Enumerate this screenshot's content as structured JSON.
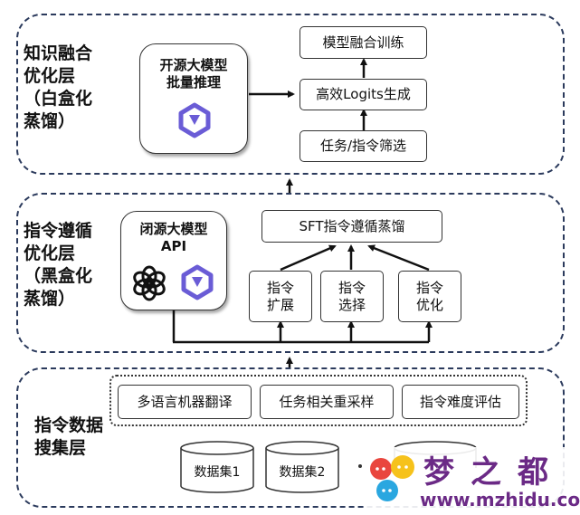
{
  "layers": {
    "top": {
      "title": "知识融合\n优化层\n（白盒化\n蒸馏）",
      "open_model": {
        "label": "开源大模型\n批量推理",
        "icon": "qwen-logo-icon"
      },
      "boxes": [
        "模型融合训练",
        "高效Logits生成",
        "任务/指令筛选"
      ]
    },
    "middle": {
      "title": "指令遵循\n优化层\n（黑盒化\n蒸馏）",
      "closed_model": {
        "label": "闭源大模型\nAPI",
        "icons": [
          "openai-logo-icon",
          "qwen-logo-icon"
        ]
      },
      "sft_box": "SFT指令遵循蒸馏",
      "sub_boxes": [
        "指令\n扩展",
        "指令\n选择",
        "指令\n优化"
      ]
    },
    "bottom": {
      "title": "指令数据\n搜集层",
      "tasks": [
        "多语言机器翻译",
        "任务相关重采样",
        "指令难度评估"
      ],
      "datasets": [
        "数据集1",
        "数据集2"
      ]
    }
  },
  "watermark": {
    "brand": "梦之都",
    "url": "www.mzhidu.com"
  },
  "colors": {
    "border": "#2b3a5c",
    "qwen": "#6a5cd6",
    "watermark": "#6b2a86"
  }
}
